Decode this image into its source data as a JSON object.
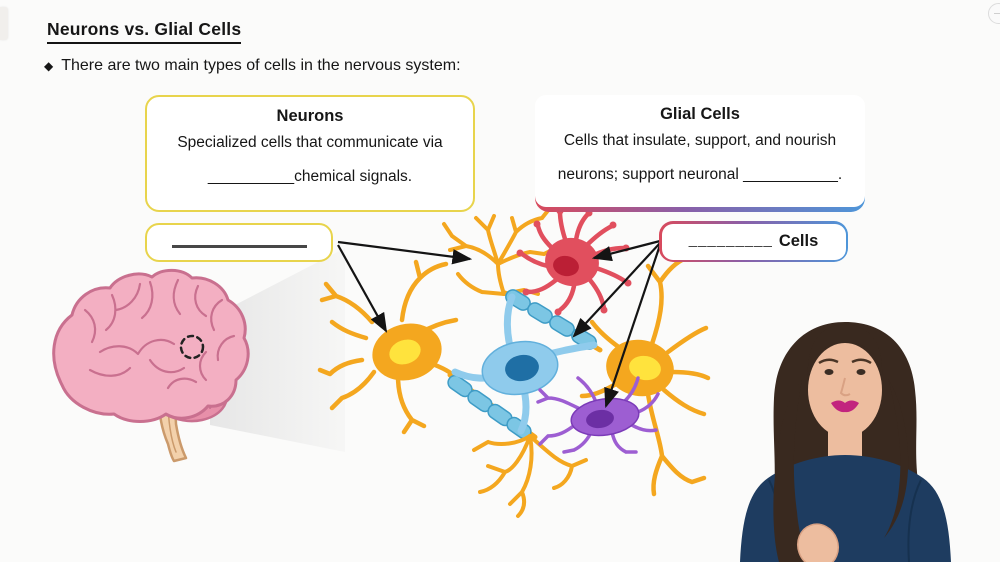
{
  "header": {
    "title": "Neurons vs. Glial Cells",
    "bullet_marker": "◆",
    "bullet_text": "There are two main types of cells in the nervous system:"
  },
  "neurons_box": {
    "title": "Neurons",
    "line1": "Specialized cells that communicate via",
    "line2": "__________chemical signals."
  },
  "glial_box": {
    "title": "Glial Cells",
    "line1": "Cells that insulate, support, and nourish",
    "line2": "neurons; support neuronal ___________."
  },
  "neuron_label_box": {
    "blank": ""
  },
  "glial_label_box": {
    "blank": "_________",
    "label": "Cells"
  },
  "colors": {
    "box_yellow_border": "#e8d44c",
    "glial_border_red": "#d94a5c",
    "glial_border_blue": "#4e96d9",
    "neuron_orange": "#f4a71f",
    "neuron_nucleus_yellow": "#ffe33d",
    "oligodendrocyte_blue": "#8fcbec",
    "myelin_blue": "#7cc6e4",
    "oligodendrocyte_nucleus": "#1f6fa5",
    "astrocyte_red": "#e14f5e",
    "astrocyte_nucleus": "#bb1f35",
    "microglia_purple": "#9d5ed2",
    "microglia_nucleus": "#6c2fa4",
    "brain_pink": "#f3afc2",
    "brain_outline": "#c9708f",
    "cerebellum_pink": "#e78fa9",
    "brainstem_tan": "#f3d1ab",
    "arrow_black": "#141414",
    "presenter_shirt_navy": "#1e3c60",
    "presenter_hair_brown": "#39291f",
    "presenter_skin": "#edbd9f",
    "presenter_lips": "#c2247e"
  }
}
